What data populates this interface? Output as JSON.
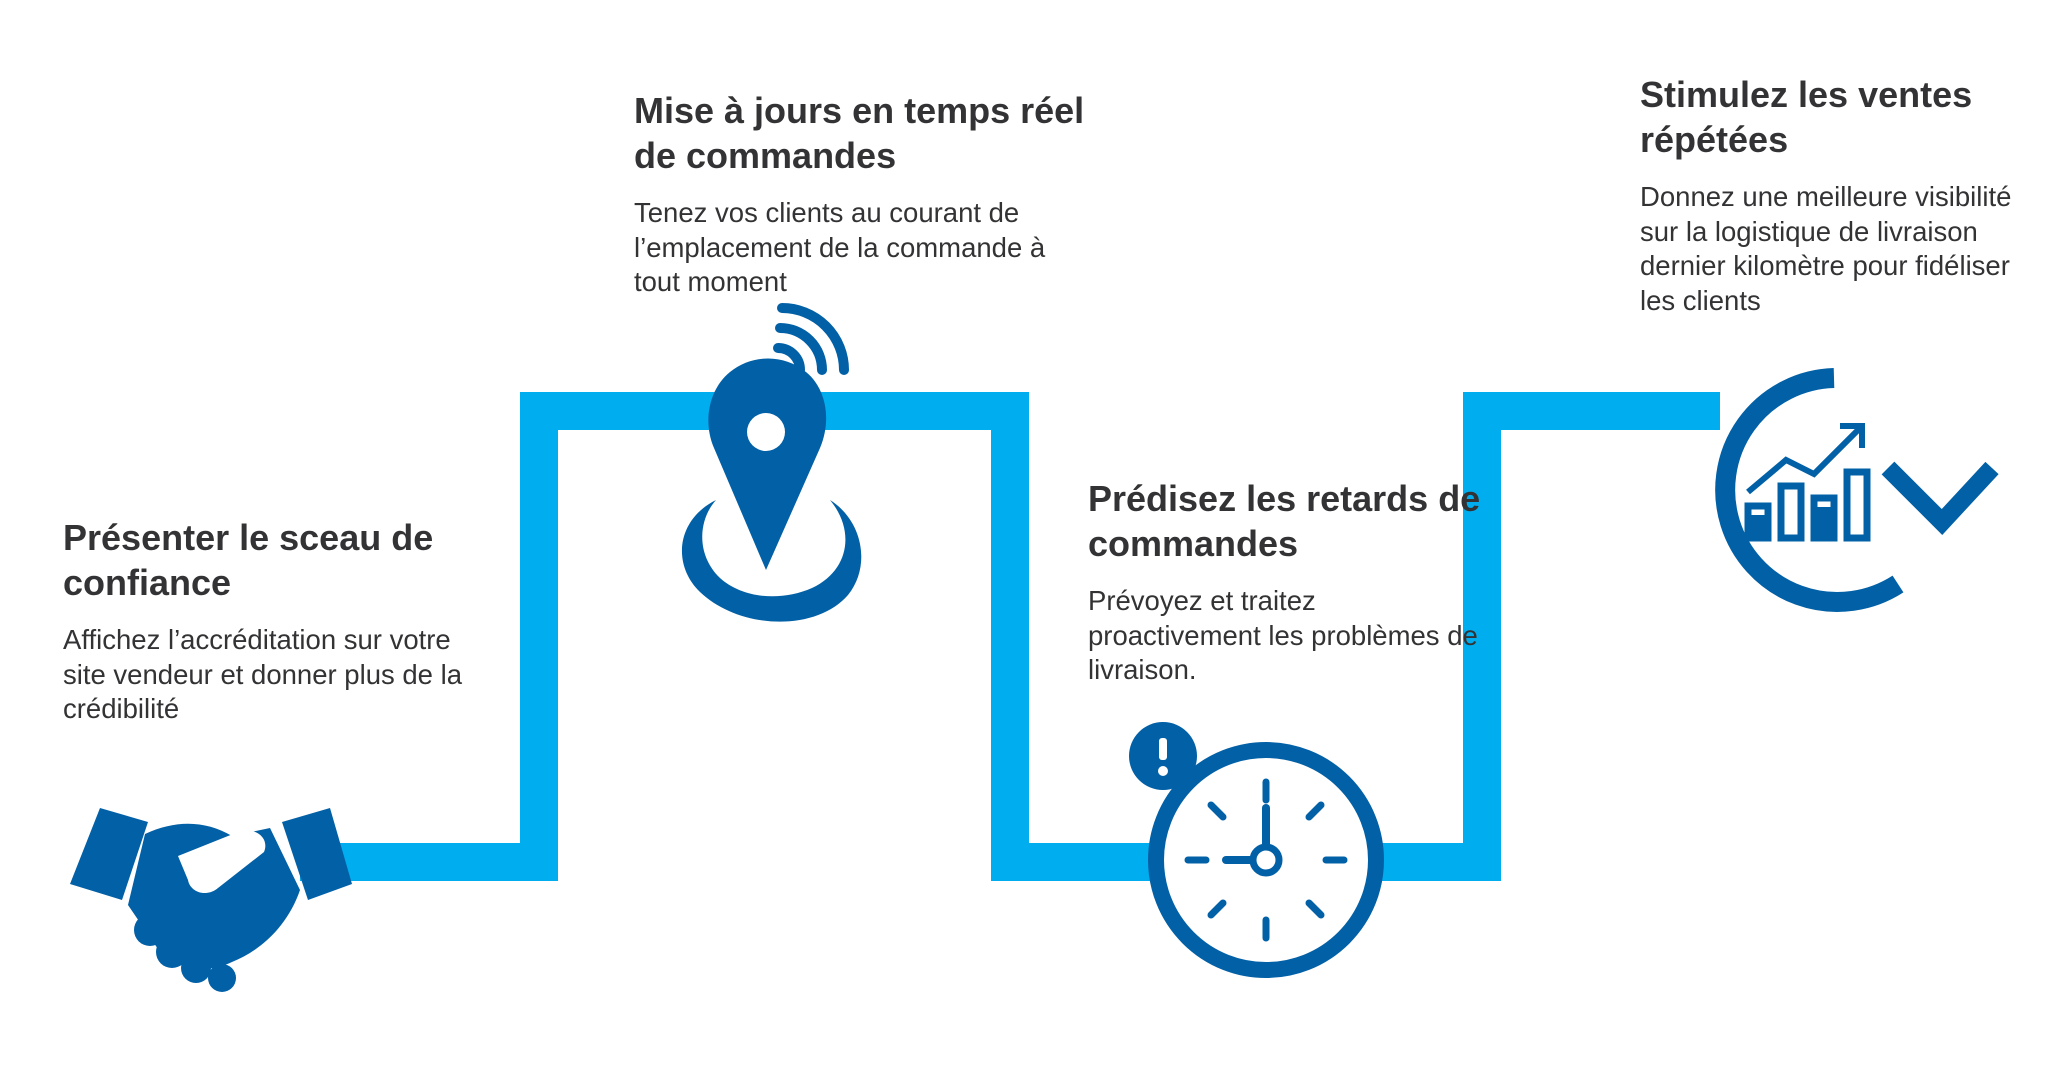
{
  "colors": {
    "path": "#00aeef",
    "icon": "#0260a6",
    "text": "#333335"
  },
  "icons": [
    "handshake-icon",
    "location-pin-icon",
    "stopwatch-alert-icon",
    "growth-chart-cycle-icon"
  ],
  "steps": [
    {
      "title": "Présenter le sceau de confiance",
      "description": "Affichez l’accréditation sur votre site vendeur et donner plus de la crédibilité"
    },
    {
      "title": "Mise à jours en temps réel de commandes",
      "description": "Tenez vos clients au courant de l’emplacement de la commande à tout moment"
    },
    {
      "title": "Prédisez les retards de commandes",
      "description": "Prévoyez et traitez proactivement les problèmes de livraison."
    },
    {
      "title": "Stimulez les ventes répétées",
      "description": "Donnez une meilleure visibilité sur la logistique de livraison dernier kilomètre pour fidéliser les clients"
    }
  ]
}
